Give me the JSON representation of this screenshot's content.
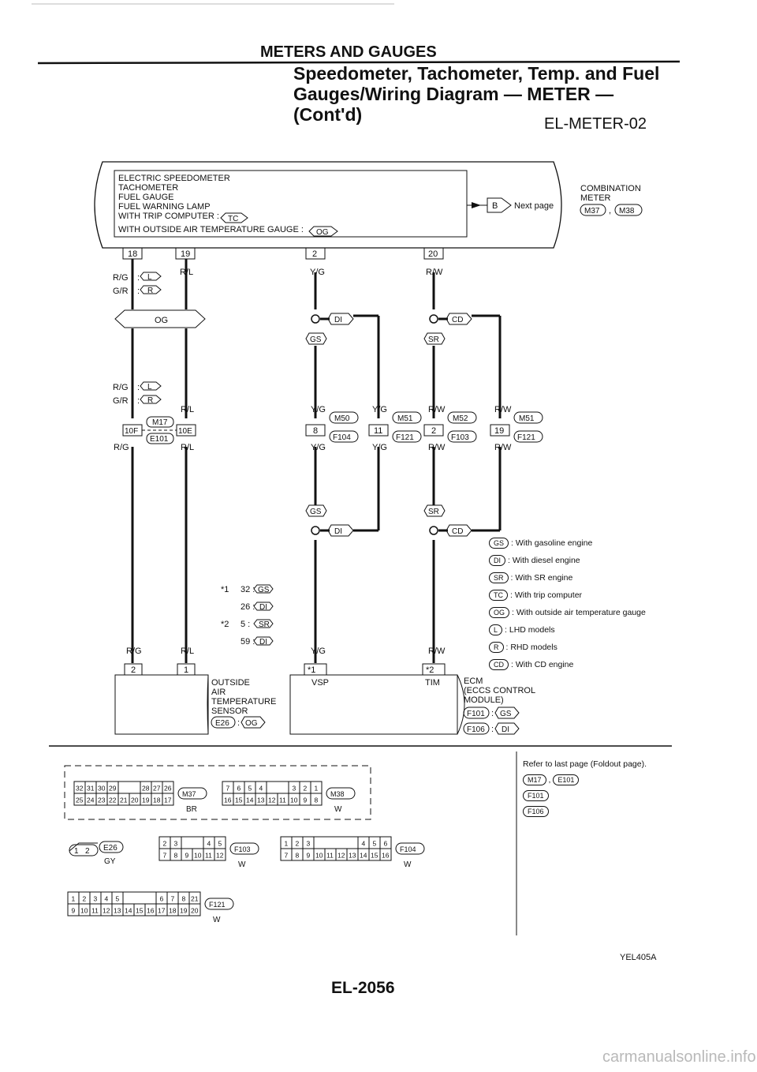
{
  "header": {
    "section": "METERS AND GAUGES",
    "title": "Speedometer, Tachometer, Temp. and Fuel Gauges/Wiring Diagram — METER — (Cont'd)",
    "code": "EL-METER-02"
  },
  "meter_box": {
    "lines": [
      "ELECTRIC SPEEDOMETER",
      "TACHOMETER",
      "FUEL GAUGE",
      "FUEL WARNING LAMP",
      "WITH TRIP COMPUTER :",
      "WITH OUTSIDE AIR TEMPERATURE GAUGE :"
    ],
    "trip_tag": "TC",
    "oat_tag": "OG",
    "next_page_letter": "B",
    "next_page": "Next page",
    "name_lines": [
      "COMBINATION",
      "METER"
    ],
    "connectors": [
      "M37",
      "M38"
    ]
  },
  "pins": {
    "p18": "18",
    "p19": "19",
    "p2": "2",
    "p20": "20"
  },
  "wires": {
    "rg": "R/G",
    "gr": "G/R",
    "rl": "R/L",
    "yg": "Y/G",
    "rw": "R/W"
  },
  "tags": {
    "L": "L",
    "R": "R",
    "OG": "OG",
    "DI": "DI",
    "GS": "GS",
    "CD": "CD",
    "SR": "SR"
  },
  "connectors": {
    "m17": "M17",
    "e101": "E101",
    "p10f": "10F",
    "p10e": "10E",
    "m50": "M50",
    "m51": "M51",
    "m52": "M52",
    "f104": "F104",
    "f121": "F121",
    "f103": "F103",
    "p8": "8",
    "p11": "11",
    "p2b": "2",
    "p19b": "19"
  },
  "star_notes": [
    {
      "star": "*1",
      "pin": "32 :",
      "tag": "GS"
    },
    {
      "star": "",
      "pin": "26 :",
      "tag": "DI"
    },
    {
      "star": "*2",
      "pin": "5 :",
      "tag": "SR"
    },
    {
      "star": "",
      "pin": "59 :",
      "tag": "DI"
    }
  ],
  "sensor": {
    "pins": [
      "2",
      "1"
    ],
    "lines": [
      "OUTSIDE",
      "AIR",
      "TEMPERATURE",
      "SENSOR"
    ],
    "connector": "E26",
    "tag": "OG"
  },
  "ecm": {
    "pins": [
      "*1",
      "*2"
    ],
    "vsp": "VSP",
    "tim": "TIM",
    "lines": [
      "ECM",
      "(ECCS CONTROL",
      "MODULE)"
    ],
    "conn1": "F101",
    "tag1": "GS",
    "conn2": "F106",
    "tag2": "DI"
  },
  "legend": [
    {
      "tag": "GS",
      "text": ": With gasoline engine"
    },
    {
      "tag": "DI",
      "text": ": With diesel engine"
    },
    {
      "tag": "SR",
      "text": ": With SR engine"
    },
    {
      "tag": "TC",
      "text": ": With trip computer"
    },
    {
      "tag": "OG",
      "text": ": With outside air temperature gauge"
    },
    {
      "tag": "L",
      "text": ": LHD models"
    },
    {
      "tag": "R",
      "text": ": RHD models"
    },
    {
      "tag": "CD",
      "text": ": With CD engine"
    }
  ],
  "refer": {
    "text": "Refer to last page (Foldout page).",
    "items": [
      "M17",
      "E101",
      "F101",
      "F106"
    ]
  },
  "connector_views": {
    "m37": {
      "name": "M37",
      "color": "BR",
      "top": [
        "32",
        "31",
        "30",
        "29",
        "28",
        "27",
        "26"
      ],
      "bottom": [
        "25",
        "24",
        "23",
        "22",
        "21",
        "20",
        "19",
        "18",
        "17"
      ]
    },
    "m38": {
      "name": "M38",
      "color": "W",
      "top": [
        "7",
        "6",
        "5",
        "4",
        "3",
        "2",
        "1"
      ],
      "bottom": [
        "16",
        "15",
        "14",
        "13",
        "12",
        "11",
        "10",
        "9",
        "8"
      ]
    },
    "e26": {
      "name": "E26",
      "color": "GY",
      "pins": [
        "1",
        "2"
      ]
    },
    "f103": {
      "name": "F103",
      "color": "W",
      "top": [
        "2",
        "3",
        "4",
        "5"
      ],
      "bottom": [
        "7",
        "8",
        "9",
        "10",
        "11",
        "12"
      ]
    },
    "f104": {
      "name": "F104",
      "color": "W",
      "top": [
        "1",
        "2",
        "3",
        "4",
        "5",
        "6"
      ],
      "bottom": [
        "7",
        "8",
        "9",
        "10",
        "11",
        "12",
        "13",
        "14",
        "15",
        "16"
      ]
    },
    "f121": {
      "name": "F121",
      "color": "W",
      "top": [
        "1",
        "2",
        "3",
        "4",
        "5",
        "6",
        "7",
        "8",
        "21"
      ],
      "bottom": [
        "9",
        "10",
        "11",
        "12",
        "13",
        "14",
        "15",
        "16",
        "17",
        "18",
        "19",
        "20"
      ]
    }
  },
  "page_number": "EL-2056",
  "ref_id": "YEL405A",
  "watermark": "carmanualsonline.info"
}
